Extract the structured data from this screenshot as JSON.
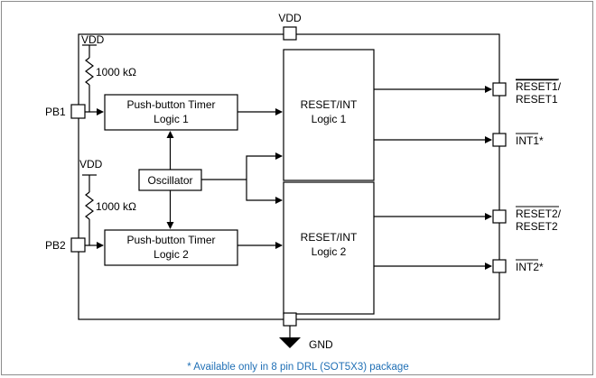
{
  "pins": {
    "vdd_top": "VDD",
    "pb1": "PB1",
    "pb2": "PB2",
    "gnd": "GND"
  },
  "supply": {
    "vdd1": "VDD",
    "vdd2": "VDD",
    "r1": "1000 kΩ",
    "r2": "1000 kΩ"
  },
  "blocks": {
    "timer1": [
      "Push-button Timer",
      "Logic 1"
    ],
    "timer2": [
      "Push-button Timer",
      "Logic 2"
    ],
    "oscillator": "Oscillator",
    "reset1": [
      "RESET/INT",
      "Logic 1"
    ],
    "reset2": [
      "RESET/INT",
      "Logic 2"
    ]
  },
  "outputs": {
    "reset1_bar": "RESET1",
    "reset1_slash": "/",
    "reset1": "RESET1",
    "int1_bar": "INT1",
    "int1_star": "*",
    "reset2_bar": "RESET2",
    "reset2_slash": "/",
    "reset2": "RESET2",
    "int2_bar": "INT2",
    "int2_star": "*"
  },
  "footnote": "* Available only in 8 pin DRL (SOT5X3) package",
  "colors": {
    "line": "#000000",
    "border": "#8c8c8c",
    "footnote": "#1f6fb5"
  }
}
